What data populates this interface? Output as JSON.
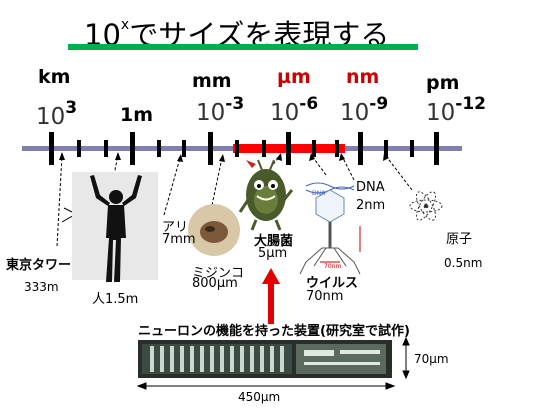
{
  "title": {
    "base": "10",
    "exp": "x",
    "rest": "でサイズを表現する"
  },
  "scale": {
    "units": [
      {
        "id": "km",
        "label": "km",
        "color": "#000000"
      },
      {
        "id": "m",
        "label": "1m",
        "color": "#000000"
      },
      {
        "id": "mm",
        "label": "mm",
        "color": "#000000"
      },
      {
        "id": "um",
        "label": "µm",
        "color": "#cc0000"
      },
      {
        "id": "nm",
        "label": "nm",
        "color": "#cc0000"
      },
      {
        "id": "pm",
        "label": "pm",
        "color": "#000000"
      }
    ],
    "powers": [
      {
        "base": "10",
        "exp": "3"
      },
      {
        "base": "10",
        "exp": "-3"
      },
      {
        "base": "10",
        "exp": "-6"
      },
      {
        "base": "10",
        "exp": "-9"
      },
      {
        "base": "10",
        "exp": "-12"
      }
    ],
    "axis_color": "#7f7fb0",
    "highlight_color": "#ff0000"
  },
  "objects": {
    "tokyo_tower": {
      "name": "東京タワー",
      "size": "333m"
    },
    "human": {
      "name": "人1.5m"
    },
    "ant": {
      "name": "アリ",
      "size": "7mm"
    },
    "mijinko": {
      "name": "ミジンコ",
      "size": "800µm"
    },
    "ecoli": {
      "name": "大腸菌",
      "size": "5µm"
    },
    "virus": {
      "name": "ウイルス",
      "size": "70nm",
      "tiny_label": "70nm"
    },
    "dna": {
      "name": "DNA",
      "size": "2nm",
      "tiny_label": "DNA"
    },
    "atom": {
      "name": "原子",
      "size": "0.5nm"
    }
  },
  "device": {
    "caption": "ニューロンの機能を持った装置(研究室で試作)",
    "width_label": "450µm",
    "height_label": "70µm"
  },
  "colors": {
    "title_underline": "#00b050",
    "arrow": "#e00000"
  }
}
